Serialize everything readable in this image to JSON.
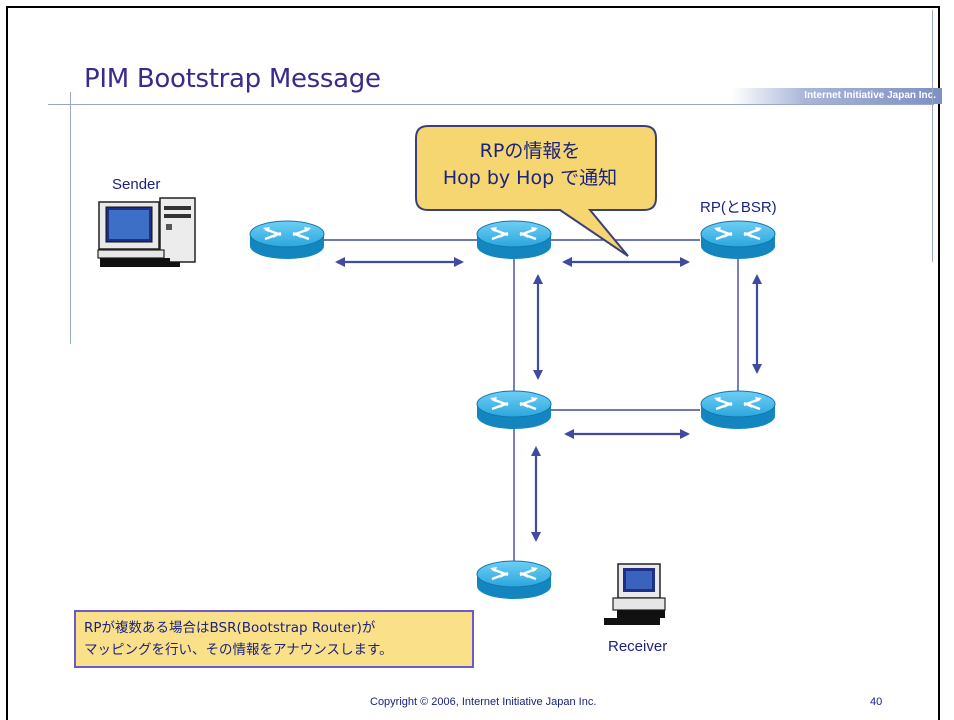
{
  "slide": {
    "title": "PIM Bootstrap Message",
    "brand": "Internet Initiative Japan Inc.",
    "footer": "Copyright © 2006, Internet Initiative Japan Inc.",
    "page_number": "40"
  },
  "diagram": {
    "callout_line1": "RPの情報を",
    "callout_line2": "Hop by Hop で通知",
    "sender_label": "Sender",
    "rp_label": "RP(とBSR)",
    "receiver_label": "Receiver",
    "note_line1": "RPが複数ある場合はBSR(Bootstrap Router)が",
    "note_line2": "マッピングを行い、その情報をアナウンスします。"
  },
  "colors": {
    "title": "#3a2a8c",
    "router": "#1b9fd6",
    "arrow": "#3f4aa0",
    "callout_fill": "#f5d670",
    "note_fill": "#fbe08a"
  }
}
